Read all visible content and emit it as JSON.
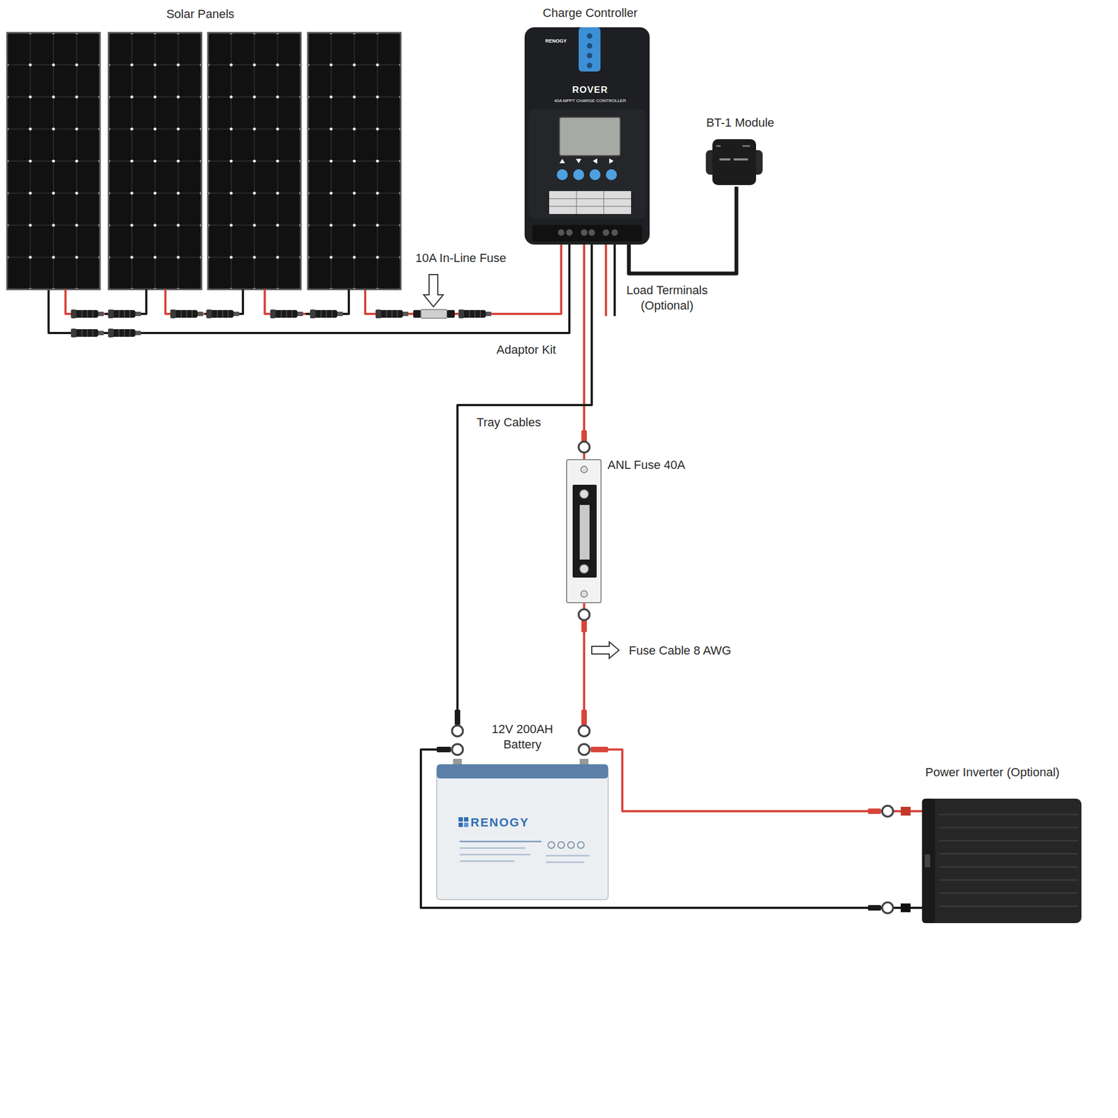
{
  "diagram": {
    "nodes": [
      {
        "text": [
          "Solar Panels"
        ]
      },
      {
        "text": [
          "Charge Controller",
          "RENOGY",
          "ROVER",
          "40A MPPT CHARGE CONTROLLER"
        ]
      },
      {
        "text": [
          "BT-1 Module"
        ]
      },
      {
        "text": [
          "ANL Fuse 40A"
        ]
      },
      {
        "text": [
          "12V 200AH Battery",
          "RENOGY"
        ]
      },
      {
        "text": [
          "Power Inverter (Optional)"
        ]
      }
    ],
    "edges": [
      {
        "from": 0,
        "to": 1,
        "arrow": "none"
      },
      {
        "from": 0,
        "to": 1,
        "arrow": "none"
      },
      {
        "from": 1,
        "to": 2,
        "arrow": "none"
      },
      {
        "from": 1,
        "to": 3,
        "arrow": "none"
      },
      {
        "from": 3,
        "to": 4,
        "arrow": "none"
      },
      {
        "from": 1,
        "to": 4,
        "arrow": "none"
      },
      {
        "from": 4,
        "to": 5,
        "arrow": "none"
      },
      {
        "from": 4,
        "to": 5,
        "arrow": "none"
      }
    ],
    "labels": [
      "10A In-Line Fuse",
      "Load Terminals (Optional)",
      "Adaptor Kit",
      "Tray Cables",
      "Fuse Cable 8 AWG"
    ]
  }
}
